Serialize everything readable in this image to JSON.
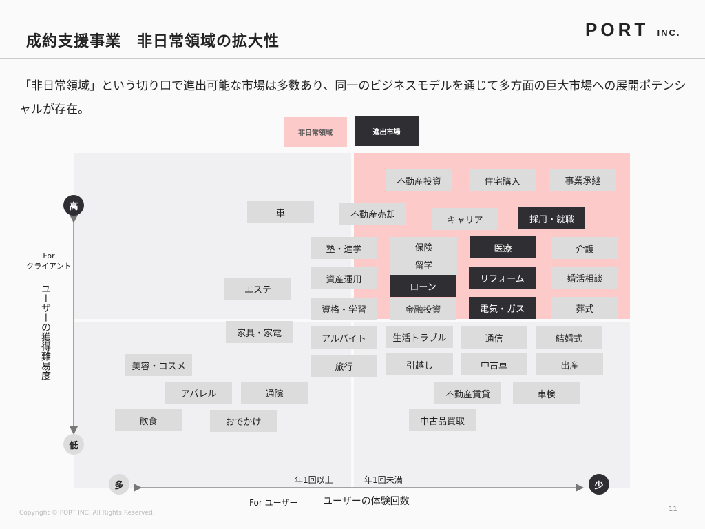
{
  "header": {
    "title": "成約支援事業　非日常領域の拡大性",
    "logo": "PORT",
    "logo_suffix": "INC."
  },
  "lead": "「非日常領域」という切り口で進出可能な市場は多数あり、同一のビジネスモデルを通じて多方面の巨大市場への展開ポテンシャルが存在。",
  "legend": {
    "non_daily": "非日常領域",
    "expansion": "進出市場"
  },
  "colors": {
    "pink": "#fdcaca",
    "dark": "#2f2e33",
    "quadrant": "#f0f0f2",
    "box": "#dcdcdc"
  },
  "axes": {
    "y_high": "高",
    "y_low": "低",
    "y_for": "For\nクライアント",
    "y_label": "ユーザーの獲得難易度",
    "x_many": "多",
    "x_few": "少",
    "x_left": "年1回以上",
    "x_right": "年1回未満",
    "x_for": "For ユーザー",
    "x_label": "ユーザーの体験回数"
  },
  "items": [
    {
      "label": "不動産投資",
      "dark": false
    },
    {
      "label": "住宅購入",
      "dark": false
    },
    {
      "label": "事業承継",
      "dark": false
    },
    {
      "label": "車",
      "dark": false
    },
    {
      "label": "不動産売却",
      "dark": false
    },
    {
      "label": "キャリア",
      "dark": false
    },
    {
      "label": "採用・就職",
      "dark": true
    },
    {
      "label": "塾・進学",
      "dark": false
    },
    {
      "label": "保険",
      "dark": false
    },
    {
      "label": "留学",
      "dark": false
    },
    {
      "label": "医療",
      "dark": true
    },
    {
      "label": "介護",
      "dark": false
    },
    {
      "label": "エステ",
      "dark": false
    },
    {
      "label": "資産運用",
      "dark": false
    },
    {
      "label": "ローン",
      "dark": true
    },
    {
      "label": "リフォーム",
      "dark": true
    },
    {
      "label": "婚活相談",
      "dark": false
    },
    {
      "label": "資格・学習",
      "dark": false
    },
    {
      "label": "金融投資",
      "dark": false
    },
    {
      "label": "電気・ガス",
      "dark": true
    },
    {
      "label": "葬式",
      "dark": false
    },
    {
      "label": "家具・家電",
      "dark": false
    },
    {
      "label": "アルバイト",
      "dark": false
    },
    {
      "label": "生活トラブル",
      "dark": false
    },
    {
      "label": "通信",
      "dark": false
    },
    {
      "label": "結婚式",
      "dark": false
    },
    {
      "label": "美容・コスメ",
      "dark": false
    },
    {
      "label": "旅行",
      "dark": false
    },
    {
      "label": "引越し",
      "dark": false
    },
    {
      "label": "中古車",
      "dark": false
    },
    {
      "label": "出産",
      "dark": false
    },
    {
      "label": "アパレル",
      "dark": false
    },
    {
      "label": "通院",
      "dark": false
    },
    {
      "label": "不動産賃貸",
      "dark": false
    },
    {
      "label": "車検",
      "dark": false
    },
    {
      "label": "飲食",
      "dark": false
    },
    {
      "label": "おでかけ",
      "dark": false
    },
    {
      "label": "中古品買取",
      "dark": false
    }
  ],
  "footer": {
    "copyright": "Copyright © PORT INC. All Rights Reserved.",
    "page": "11"
  }
}
